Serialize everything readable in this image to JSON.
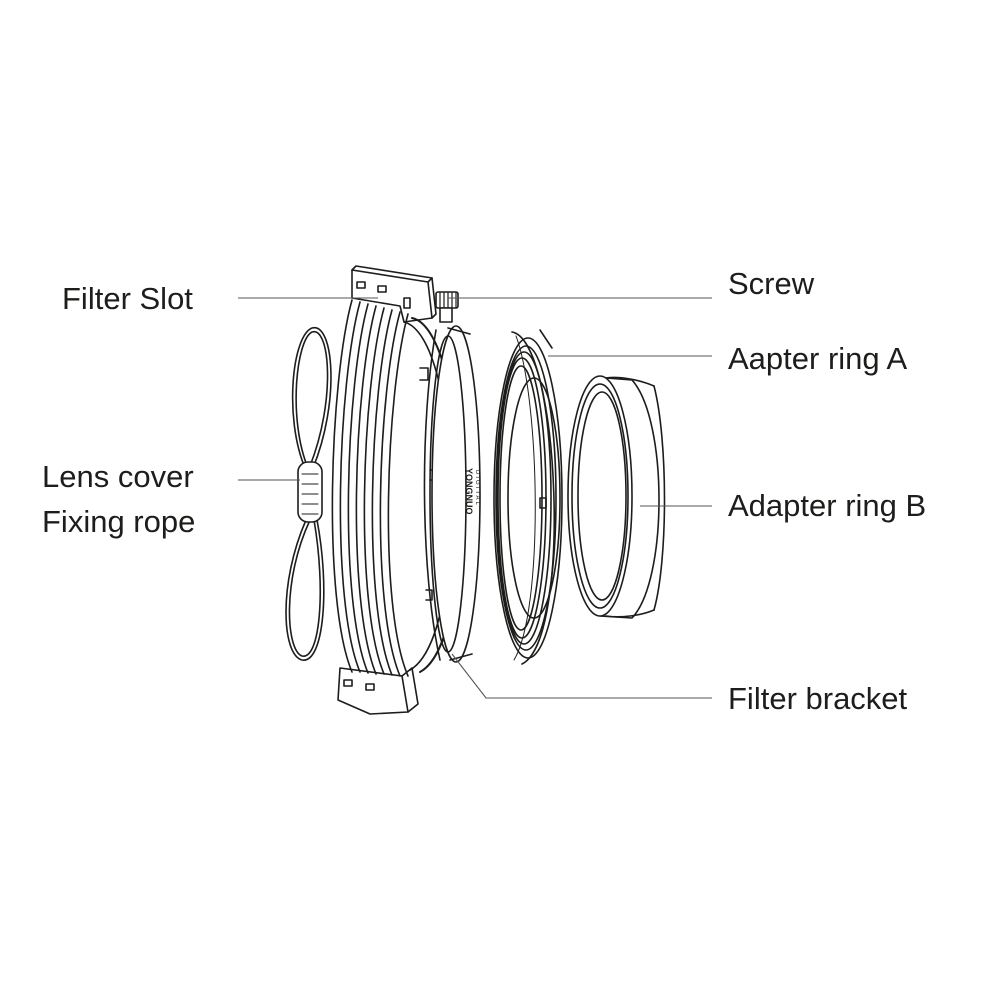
{
  "labels": {
    "filter_slot": "Filter Slot",
    "lens_cover_line1": "Lens cover",
    "lens_cover_line2": "Fixing rope",
    "screw": "Screw",
    "adapter_ring_a": "Aapter ring A",
    "adapter_ring_b": "Adapter ring B",
    "filter_bracket": "Filter bracket"
  },
  "brand": {
    "name": "YONGNUO",
    "sub": "DIGITAL"
  },
  "colors": {
    "line": "#1d1d1b",
    "leader": "#555555",
    "background": "#ffffff"
  }
}
